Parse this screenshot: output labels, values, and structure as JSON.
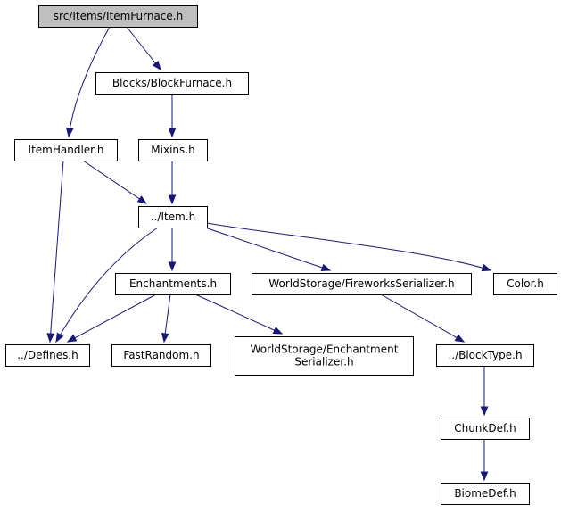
{
  "graph": {
    "root": "src/Items/ItemFurnace.h",
    "colors": {
      "root_fill": "#bfbfbf",
      "node_fill": "#ffffff",
      "node_border": "#000000",
      "edge": "#191970"
    },
    "nodes": [
      {
        "id": "root",
        "lines": [
          "src/Items/ItemFurnace.h"
        ]
      },
      {
        "id": "blockfurnace",
        "lines": [
          "Blocks/BlockFurnace.h"
        ]
      },
      {
        "id": "itemhandler",
        "lines": [
          "ItemHandler.h"
        ]
      },
      {
        "id": "mixins",
        "lines": [
          "Mixins.h"
        ]
      },
      {
        "id": "item",
        "lines": [
          "../Item.h"
        ]
      },
      {
        "id": "enchantments",
        "lines": [
          "Enchantments.h"
        ]
      },
      {
        "id": "fireworks",
        "lines": [
          "WorldStorage/FireworksSerializer.h"
        ]
      },
      {
        "id": "color",
        "lines": [
          "Color.h"
        ]
      },
      {
        "id": "defines",
        "lines": [
          "../Defines.h"
        ]
      },
      {
        "id": "fastrandom",
        "lines": [
          "FastRandom.h"
        ]
      },
      {
        "id": "enchserializer",
        "lines": [
          "WorldStorage/Enchantment",
          "Serializer.h"
        ]
      },
      {
        "id": "blocktype",
        "lines": [
          "../BlockType.h"
        ]
      },
      {
        "id": "chunkdef",
        "lines": [
          "ChunkDef.h"
        ]
      },
      {
        "id": "biomedef",
        "lines": [
          "BiomeDef.h"
        ]
      }
    ],
    "edges": [
      {
        "from": "root",
        "to": "blockfurnace"
      },
      {
        "from": "root",
        "to": "itemhandler"
      },
      {
        "from": "blockfurnace",
        "to": "mixins"
      },
      {
        "from": "mixins",
        "to": "item"
      },
      {
        "from": "itemhandler",
        "to": "item"
      },
      {
        "from": "itemhandler",
        "to": "defines"
      },
      {
        "from": "item",
        "to": "defines"
      },
      {
        "from": "item",
        "to": "enchantments"
      },
      {
        "from": "item",
        "to": "fireworks"
      },
      {
        "from": "item",
        "to": "color"
      },
      {
        "from": "enchantments",
        "to": "defines"
      },
      {
        "from": "enchantments",
        "to": "fastrandom"
      },
      {
        "from": "enchantments",
        "to": "enchserializer"
      },
      {
        "from": "fireworks",
        "to": "blocktype"
      },
      {
        "from": "blocktype",
        "to": "chunkdef"
      },
      {
        "from": "chunkdef",
        "to": "biomedef"
      }
    ]
  }
}
